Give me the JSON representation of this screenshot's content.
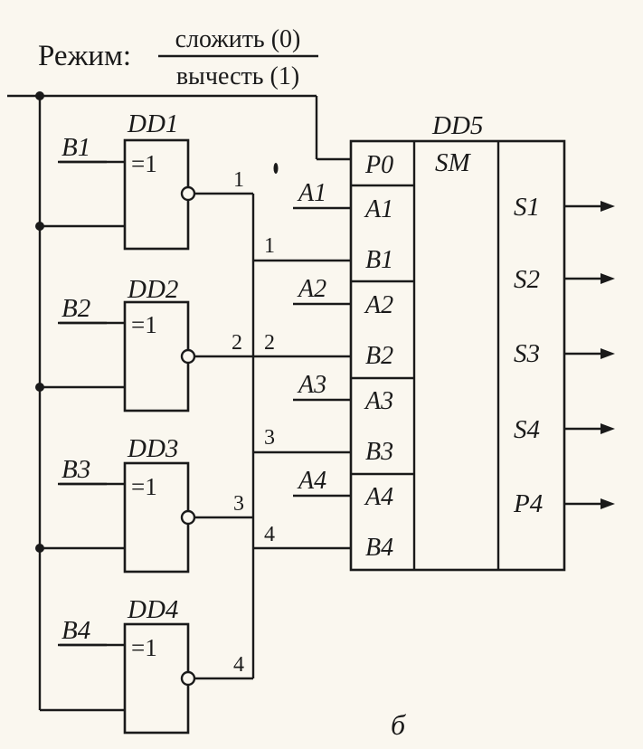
{
  "mode": {
    "label": "Режим:",
    "numerator": "сложить (0)",
    "denominator": "вычесть (1)"
  },
  "xor_gates": [
    {
      "name": "DD1",
      "func": "=1",
      "input": "B1",
      "output_num": "1"
    },
    {
      "name": "DD2",
      "func": "=1",
      "input": "B2",
      "output_num": "2"
    },
    {
      "name": "DD3",
      "func": "=1",
      "input": "B3",
      "output_num": "3"
    },
    {
      "name": "DD4",
      "func": "=1",
      "input": "B4",
      "output_num": "4"
    }
  ],
  "bus_labels": [
    "1",
    "2",
    "3",
    "4"
  ],
  "adder": {
    "name": "DD5",
    "func": "SM",
    "inputs": [
      "P0",
      "A1",
      "B1",
      "A2",
      "B2",
      "A3",
      "B3",
      "A4",
      "B4"
    ],
    "a_labels": [
      "A1",
      "A2",
      "A3",
      "A4"
    ],
    "outputs": [
      "S1",
      "S2",
      "S3",
      "S4",
      "P4"
    ]
  },
  "caption": "б"
}
